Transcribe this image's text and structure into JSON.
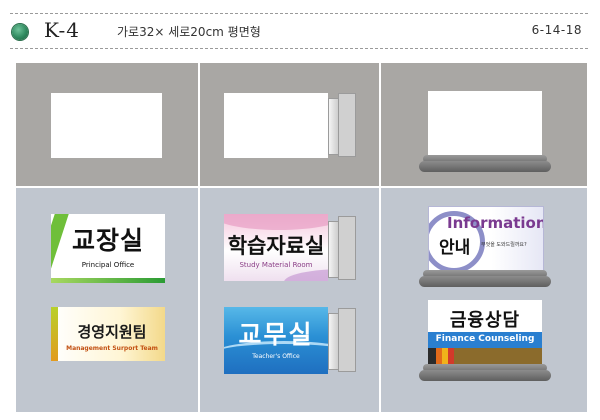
{
  "header": {
    "code": "K-4",
    "description": "가로32× 세로20cm 평면형",
    "date": "6-14-18"
  },
  "icons": {
    "header_bullet": "green-orb-icon"
  },
  "colors": {
    "top_cell_bg": "#a9a7a4",
    "bottom_cell_bg": "#c0c6cf"
  },
  "samples": {
    "principal_office": {
      "korean": "교장실",
      "english": "Principal Office"
    },
    "management_support": {
      "korean": "경영지원팀",
      "english": "Management Surport Team"
    },
    "study_material": {
      "korean": "학습자료실",
      "english": "Study Material  Room"
    },
    "teachers_office": {
      "korean": "교무실",
      "english": "Teacher's Office"
    },
    "information": {
      "title": "Information",
      "korean": "안내",
      "small": "무엇을 도와드릴까요?"
    },
    "finance": {
      "korean": "금융상담",
      "english": "Finance Counseling"
    }
  }
}
